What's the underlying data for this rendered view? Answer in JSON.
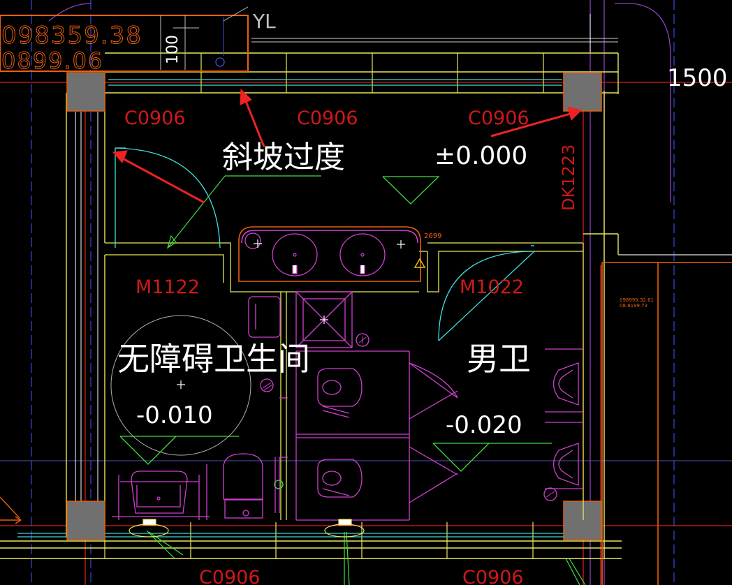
{
  "labels": {
    "yl": "YL",
    "coord_big_1": "098359.38",
    "coord_big_2": "0899.06",
    "dim_100": "100",
    "dim_1500": "1500",
    "window_top_left": "C0906",
    "window_top_mid": "C0906",
    "window_top_right": "C0906",
    "window_bottom_left": "C0906",
    "window_bottom_right": "C0906",
    "ramp_note": "斜坡过度",
    "level_lobby": "±0.000",
    "door_dk": "DK1223",
    "door_accessible": "M1122",
    "door_mens": "M1022",
    "room_accessible": "无障碍卫生间",
    "level_accessible": "-0.010",
    "room_mens": "男卫",
    "level_mens": "-0.020",
    "counter_dim": "2699",
    "small_coord_1": "098995.32.61",
    "small_coord_2": "08.8199.73"
  },
  "colors": {
    "background": "#000000",
    "wall_yellow": "#e8e85a",
    "red_text": "#d01818",
    "fixture_magenta": "#d040d0",
    "door_cyan": "#40e0e0",
    "note_white": "#ffffff",
    "leader_green": "#40e040",
    "axis_red": "#e02020",
    "column_gray": "#6e6e6e",
    "orange_border": "#e86010",
    "blue_grid": "#4050e0",
    "annotation_arrow": "#ee2222"
  }
}
